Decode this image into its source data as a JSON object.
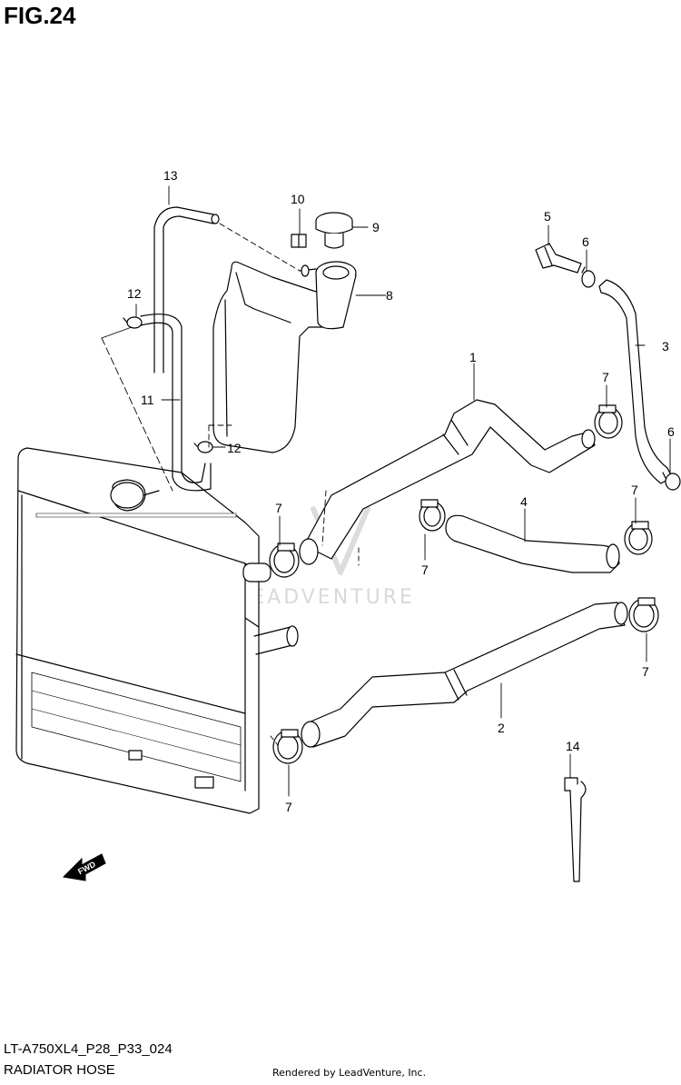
{
  "figure": {
    "title": "FIG.24",
    "code": "LT-A750XL4_P28_P33_024",
    "subtitle": "RADIATOR HOSE",
    "credit": "Rendered by LeadVenture, Inc.",
    "watermark": "LEADVENTURE"
  },
  "direction_badge": "FWD",
  "callouts": {
    "c1": "1",
    "c2": "2",
    "c3": "3",
    "c4": "4",
    "c5": "5",
    "c6a": "6",
    "c6b": "6",
    "c7a": "7",
    "c7b": "7",
    "c7c": "7",
    "c7d": "7",
    "c7e": "7",
    "c7f": "7",
    "c8": "8",
    "c9": "9",
    "c10": "10",
    "c11": "11",
    "c12a": "12",
    "c12b": "12",
    "c13": "13",
    "c14": "14"
  },
  "colors": {
    "line": "#000000",
    "background": "#ffffff",
    "watermark": "#d9d9d9"
  }
}
